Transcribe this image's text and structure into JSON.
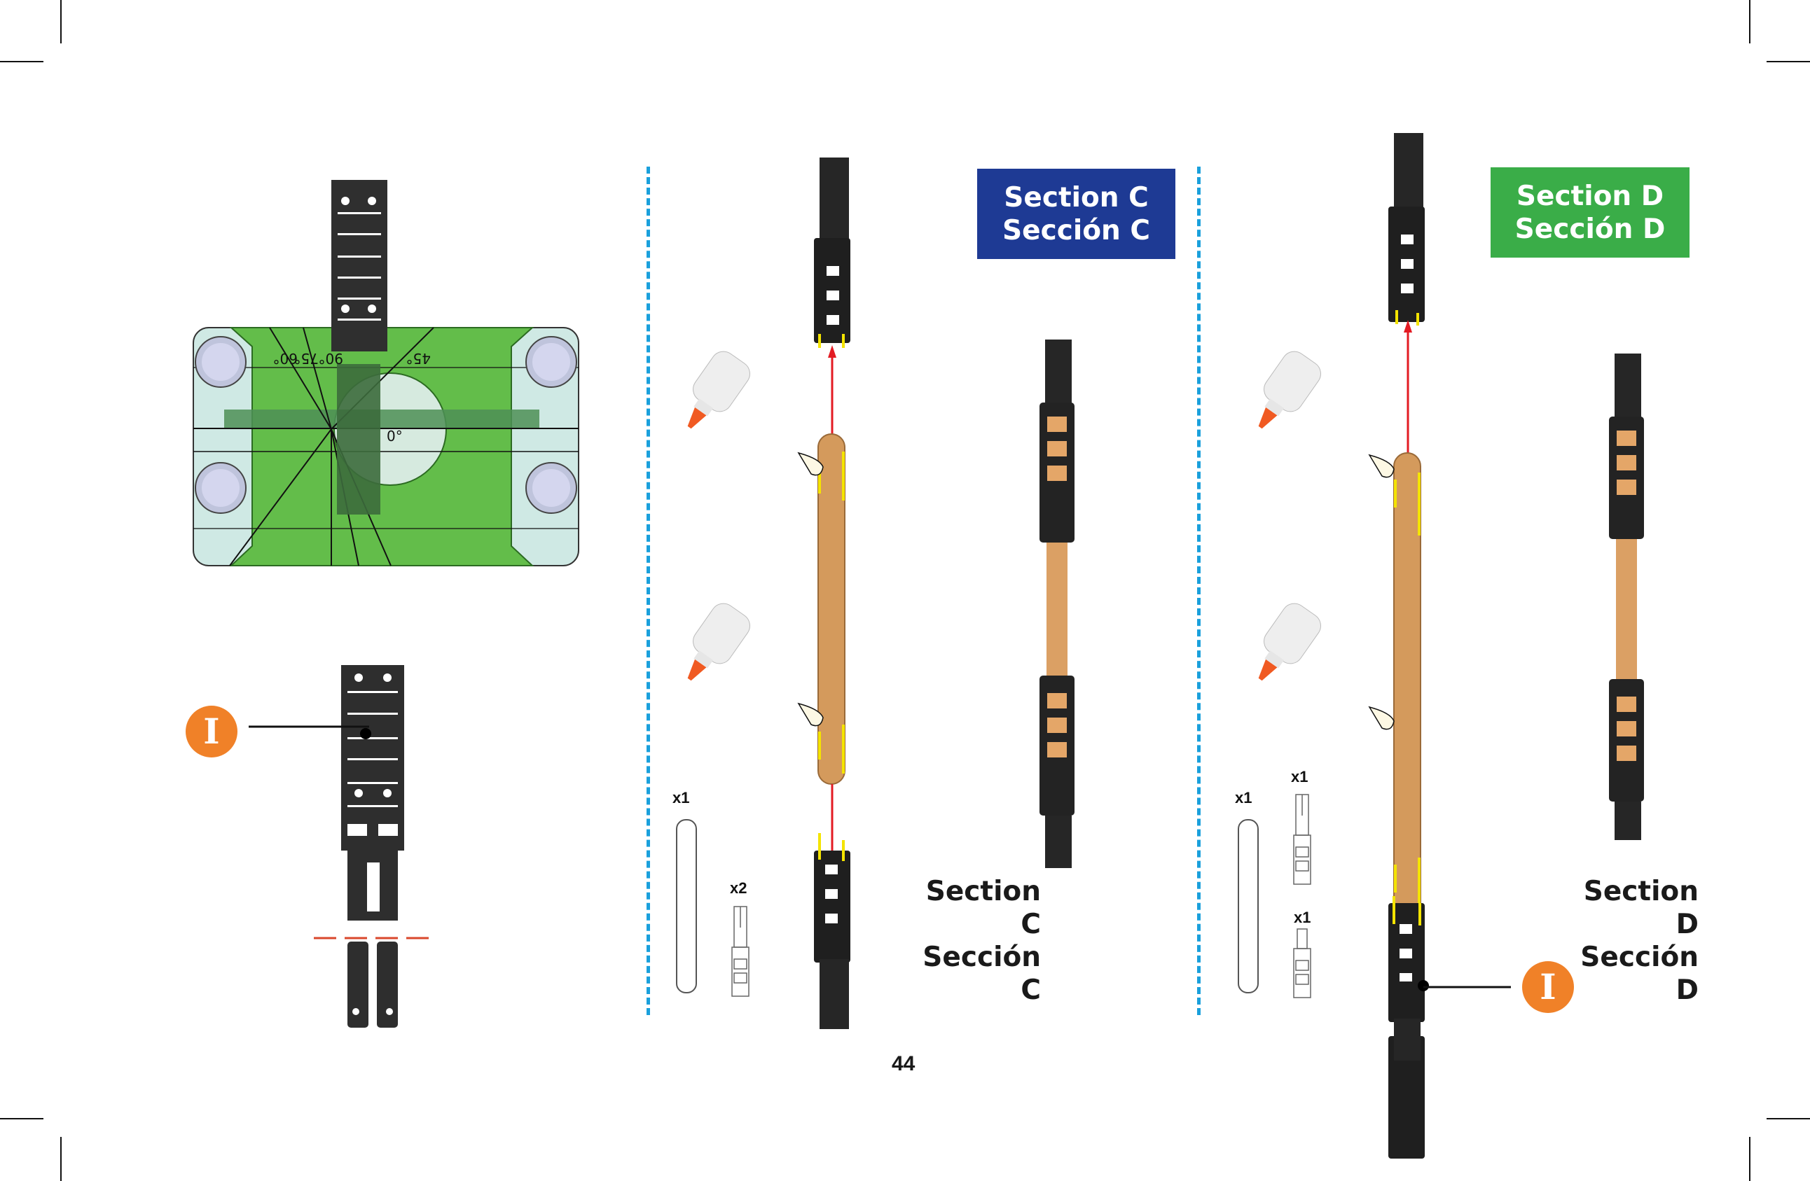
{
  "page": {
    "number": "44",
    "divider_color": "#1aa0dc"
  },
  "jig_diagram": {
    "angle_labels": [
      "60°",
      "75°",
      "90°",
      "45°",
      "0°"
    ],
    "callout": {
      "label": "I",
      "color": "#f08128"
    }
  },
  "section_c": {
    "header": {
      "line1": "Section C",
      "line2": "Sección C",
      "color": "#1e3a94"
    },
    "label": {
      "line1": "Section C",
      "line2": "Sección C"
    },
    "parts": [
      {
        "name": "craft stick",
        "qty": "x1"
      },
      {
        "name": "connector",
        "qty": "x2"
      }
    ]
  },
  "section_d": {
    "header": {
      "line1": "Section D",
      "line2": "Sección D",
      "color": "#3aad48"
    },
    "label": {
      "line1": "Section D",
      "line2": "Sección D"
    },
    "parts": [
      {
        "name": "craft stick",
        "qty": "x1"
      },
      {
        "name": "connector",
        "qty": "x1"
      },
      {
        "name": "cut connector",
        "qty": "x1"
      }
    ],
    "callout": {
      "label": "I",
      "color": "#f08128"
    }
  },
  "icons": {
    "glue_bottle": "glue-bottle-icon",
    "glue_drop": "glue-drop-icon",
    "arrow": "red-arrow-icon"
  }
}
